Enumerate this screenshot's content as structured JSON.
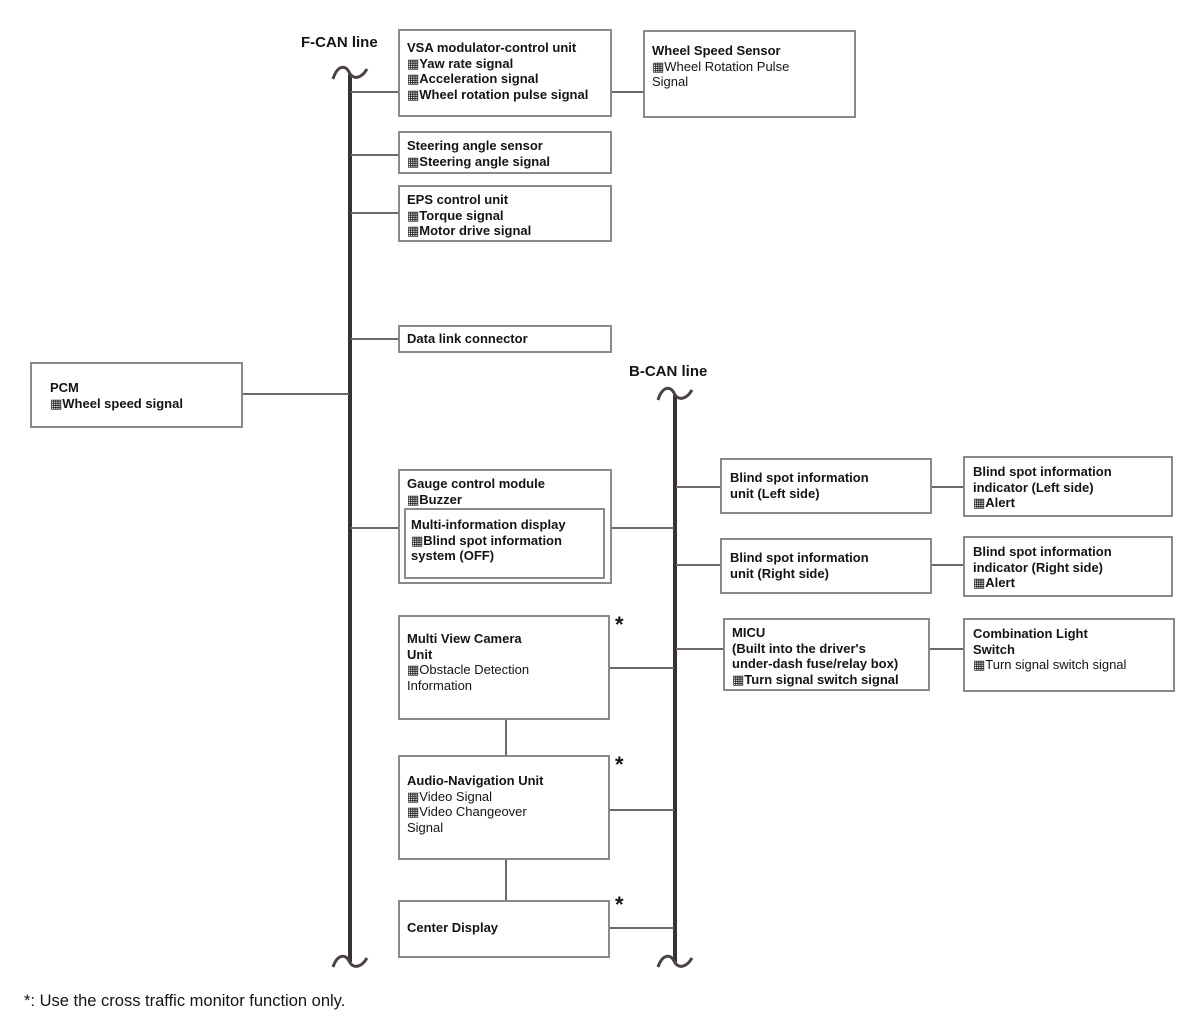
{
  "labels": {
    "fcan": "F-CAN line",
    "bcan": "B-CAN line",
    "asterisk": "*",
    "footnote": "*: Use the cross traffic monitor function only."
  },
  "colors": {
    "bus_line": "#3a3232",
    "stub_line": "#6e6868",
    "box_border": "#8a8a8a",
    "text": "#141414"
  },
  "nodes": {
    "vsa": {
      "title": "VSA modulator-control unit",
      "lines": [
        "▦Yaw rate signal",
        "▦Acceleration signal",
        "▦Wheel rotation pulse signal"
      ]
    },
    "wheel_speed_sensor": {
      "title": "Wheel Speed Sensor",
      "lines": [
        "▦Wheel Rotation Pulse\nSignal"
      ]
    },
    "steering_angle_sensor": {
      "title": "Steering angle sensor",
      "lines": [
        "▦Steering angle signal"
      ]
    },
    "eps": {
      "title": "EPS control unit",
      "lines": [
        "▦Torque signal",
        "▦Motor drive signal"
      ]
    },
    "dlc": {
      "title": "Data link connector"
    },
    "pcm": {
      "title": "PCM",
      "lines": [
        "▦Wheel speed signal"
      ]
    },
    "gauge": {
      "title": "Gauge control module",
      "lines": [
        "▦Buzzer"
      ]
    },
    "multi_info_display": {
      "title": "Multi-information display",
      "lines": [
        "▦Blind spot information\nsystem (OFF)"
      ]
    },
    "multi_view_camera": {
      "title": "Multi View Camera\nUnit",
      "lines": [
        "▦Obstacle Detection\nInformation"
      ]
    },
    "audio_navigation": {
      "title": "Audio-Navigation Unit",
      "lines": [
        "▦Video Signal",
        "▦Video Changeover\nSignal"
      ]
    },
    "center_display": {
      "title": "Center Display"
    },
    "bsi_unit_left": {
      "title": "Blind spot information\nunit (Left side)"
    },
    "bsi_indicator_left": {
      "title": "Blind spot information\nindicator (Left side)",
      "lines": [
        "▦Alert"
      ]
    },
    "bsi_unit_right": {
      "title": "Blind spot information\nunit (Right side)"
    },
    "bsi_indicator_right": {
      "title": "Blind spot information\nindicator (Right side)",
      "lines": [
        "▦Alert"
      ]
    },
    "micu": {
      "title": "MICU",
      "lines": [
        "(Built into the driver's",
        "under-dash fuse/relay box)",
        "▦Turn signal switch signal"
      ]
    },
    "combination_light_switch": {
      "title": "Combination Light\nSwitch",
      "lines": [
        "▦Turn signal switch signal"
      ]
    }
  }
}
